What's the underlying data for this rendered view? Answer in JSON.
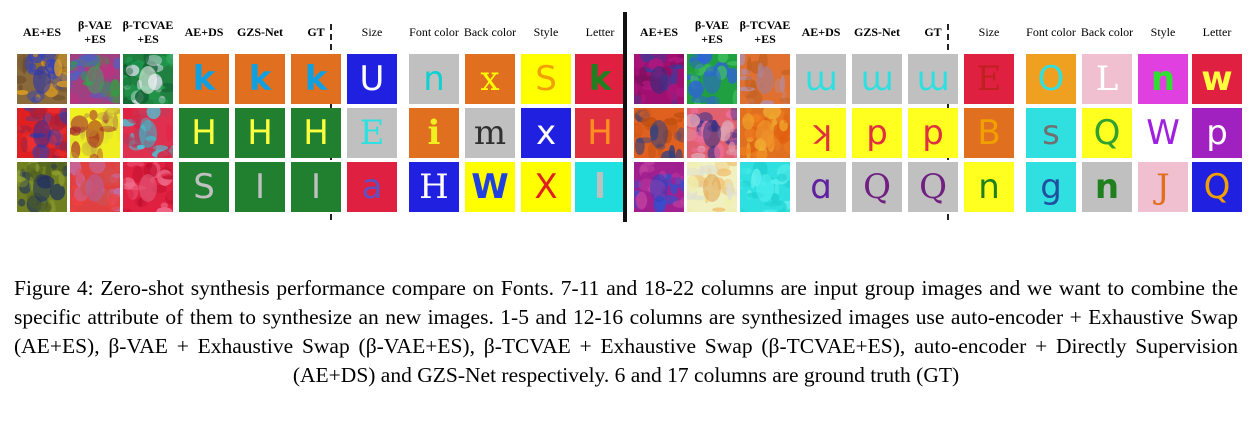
{
  "figure": {
    "headers_left": [
      {
        "label": "AE+ES",
        "bold": true
      },
      {
        "label": "β-VAE +ES",
        "bold": true
      },
      {
        "label": "β-TCVAE +ES",
        "bold": true
      },
      {
        "label": "AE+DS",
        "bold": true
      },
      {
        "label": "GZS-Net",
        "bold": true
      },
      {
        "label": "GT",
        "bold": true
      },
      {
        "label": "Size",
        "bold": false
      },
      {
        "label": "Font color",
        "bold": false
      },
      {
        "label": "Back color",
        "bold": false
      },
      {
        "label": "Style",
        "bold": false
      },
      {
        "label": "Letter",
        "bold": false
      }
    ],
    "headers_right": [
      {
        "label": "AE+ES",
        "bold": true
      },
      {
        "label": "β-VAE +ES",
        "bold": true
      },
      {
        "label": "β-TCVAE +ES",
        "bold": true
      },
      {
        "label": "AE+DS",
        "bold": true
      },
      {
        "label": "GZS-Net",
        "bold": true
      },
      {
        "label": "GT",
        "bold": true
      },
      {
        "label": "Size",
        "bold": false
      },
      {
        "label": "Font color",
        "bold": false
      },
      {
        "label": "Back color",
        "bold": false
      },
      {
        "label": "Style",
        "bold": false
      },
      {
        "label": "Letter",
        "bold": false
      }
    ],
    "rows_left": [
      [
        {
          "bg": "#8a6a3a",
          "ch": "",
          "fg": "#2030c0",
          "style": "noise",
          "noise": [
            "#e0a020",
            "#3040c0",
            "#6a4a2a"
          ]
        },
        {
          "bg": "#a04080",
          "ch": "",
          "fg": "#40a060",
          "style": "noise",
          "noise": [
            "#30a040",
            "#c03080",
            "#5060c0"
          ]
        },
        {
          "bg": "#208040",
          "ch": "",
          "fg": "#ffffff",
          "style": "noise",
          "noise": [
            "#20a050",
            "#e0e0f0",
            "#106030"
          ]
        },
        {
          "bg": "#e07020",
          "ch": "k",
          "fg": "#10a0e0",
          "style": "sans bold"
        },
        {
          "bg": "#e07020",
          "ch": "k",
          "fg": "#10a0e0",
          "style": "sans bold"
        },
        {
          "bg": "#e07020",
          "ch": "k",
          "fg": "#10a0e0",
          "style": "sans bold"
        },
        {
          "bg": "#2020e0",
          "ch": "U",
          "fg": "#ffffff",
          "style": "sans"
        },
        {
          "bg": "#c0c0c0",
          "ch": "n",
          "fg": "#10d0d0",
          "style": "sans"
        },
        {
          "bg": "#e07020",
          "ch": "x",
          "fg": "#ffff00",
          "style": "serif"
        },
        {
          "bg": "#ffff00",
          "ch": "S",
          "fg": "#f0a000",
          "style": "sans"
        },
        {
          "bg": "#e02040",
          "ch": "k",
          "fg": "#208020",
          "style": "sans bold"
        }
      ],
      [
        {
          "bg": "#e02020",
          "ch": "",
          "fg": "#3030a0",
          "style": "noise",
          "noise": [
            "#f03030",
            "#3040b0",
            "#a02040"
          ]
        },
        {
          "bg": "#f0f020",
          "ch": "",
          "fg": "#a02020",
          "style": "noise",
          "noise": [
            "#e0e030",
            "#a02030",
            "#c0a040"
          ]
        },
        {
          "bg": "#e03050",
          "ch": "",
          "fg": "#30c0d0",
          "style": "noise",
          "noise": [
            "#e02040",
            "#40d0e0",
            "#b04060"
          ]
        },
        {
          "bg": "#208030",
          "ch": "H",
          "fg": "#ffff40",
          "style": "sans"
        },
        {
          "bg": "#208030",
          "ch": "H",
          "fg": "#ffff40",
          "style": "sans"
        },
        {
          "bg": "#208030",
          "ch": "H",
          "fg": "#ffff40",
          "style": "sans"
        },
        {
          "bg": "#c0c0c0",
          "ch": "E",
          "fg": "#30e0e0",
          "style": "serif"
        },
        {
          "bg": "#e07020",
          "ch": "i",
          "fg": "#f0f020",
          "style": "serif bold"
        },
        {
          "bg": "#c0c0c0",
          "ch": "m",
          "fg": "#303030",
          "style": "serif"
        },
        {
          "bg": "#2020e0",
          "ch": "x",
          "fg": "#ffffff",
          "style": "sans"
        },
        {
          "bg": "#e03040",
          "ch": "H",
          "fg": "#ff9020",
          "style": "sans"
        }
      ],
      [
        {
          "bg": "#708020",
          "ch": "",
          "fg": "#203060",
          "style": "noise",
          "noise": [
            "#90a030",
            "#203060",
            "#506020"
          ]
        },
        {
          "bg": "#e04040",
          "ch": "",
          "fg": "#b060a0",
          "style": "noise",
          "noise": [
            "#f04040",
            "#c070b0",
            "#d05050"
          ]
        },
        {
          "bg": "#e02040",
          "ch": "",
          "fg": "#e06080",
          "style": "noise",
          "noise": [
            "#e02040",
            "#f07090",
            "#c01030"
          ]
        },
        {
          "bg": "#208030",
          "ch": "S",
          "fg": "#c0c0c0",
          "style": "sans"
        },
        {
          "bg": "#208030",
          "ch": "I",
          "fg": "#c0c0c0",
          "style": "sans"
        },
        {
          "bg": "#208030",
          "ch": "I",
          "fg": "#c0c0c0",
          "style": "sans"
        },
        {
          "bg": "#e02040",
          "ch": "a",
          "fg": "#6050c0",
          "style": "sans"
        },
        {
          "bg": "#2020e0",
          "ch": "H",
          "fg": "#ffffff",
          "style": "serif"
        },
        {
          "bg": "#ffff00",
          "ch": "W",
          "fg": "#2040e0",
          "style": "sans bold"
        },
        {
          "bg": "#ffff00",
          "ch": "X",
          "fg": "#e02020",
          "style": "sans"
        },
        {
          "bg": "#20e0e0",
          "ch": "l",
          "fg": "#c0c0c0",
          "style": "sans bold"
        }
      ]
    ],
    "rows_right": [
      [
        {
          "bg": "#a01070",
          "ch": "",
          "fg": "#303080",
          "style": "noise",
          "noise": [
            "#b01880",
            "#3040a0",
            "#801060"
          ]
        },
        {
          "bg": "#20a040",
          "ch": "",
          "fg": "#3060e0",
          "style": "noise",
          "noise": [
            "#20a040",
            "#3060e0",
            "#40c060"
          ]
        },
        {
          "bg": "#e07030",
          "ch": "",
          "fg": "#a080a0",
          "style": "noise",
          "noise": [
            "#e07030",
            "#b090b0",
            "#c06020"
          ]
        },
        {
          "bg": "#c0c0c0",
          "ch": "ɯ",
          "fg": "#30e0e0",
          "style": "sans"
        },
        {
          "bg": "#c0c0c0",
          "ch": "ɯ",
          "fg": "#30e0e0",
          "style": "sans"
        },
        {
          "bg": "#c0c0c0",
          "ch": "ɯ",
          "fg": "#30e0e0",
          "style": "sans"
        },
        {
          "bg": "#e02040",
          "ch": "E",
          "fg": "#c02020",
          "style": "serif"
        },
        {
          "bg": "#f0a020",
          "ch": "O",
          "fg": "#30e0e0",
          "style": "sans"
        },
        {
          "bg": "#f0c0d0",
          "ch": "L",
          "fg": "#ffffff",
          "style": "serif"
        },
        {
          "bg": "#e040e0",
          "ch": "n",
          "fg": "#30e030",
          "style": "sans bold"
        },
        {
          "bg": "#e02040",
          "ch": "w",
          "fg": "#ffff40",
          "style": "sans bold"
        }
      ],
      [
        {
          "bg": "#e06020",
          "ch": "",
          "fg": "#304080",
          "style": "noise",
          "noise": [
            "#e06020",
            "#304080",
            "#c05010"
          ]
        },
        {
          "bg": "#e06070",
          "ch": "",
          "fg": "#303080",
          "style": "noise",
          "noise": [
            "#f070a0",
            "#303090",
            "#e0a0b0"
          ]
        },
        {
          "bg": "#e07020",
          "ch": "",
          "fg": "#f0a030",
          "style": "noise",
          "noise": [
            "#f08020",
            "#f0b030",
            "#e06010"
          ]
        },
        {
          "bg": "#ffff20",
          "ch": "ʞ",
          "fg": "#e03040",
          "style": "sans"
        },
        {
          "bg": "#ffff20",
          "ch": "p",
          "fg": "#e03040",
          "style": "sans"
        },
        {
          "bg": "#ffff20",
          "ch": "p",
          "fg": "#e03040",
          "style": "sans"
        },
        {
          "bg": "#e07020",
          "ch": "B",
          "fg": "#f0a000",
          "style": "sans"
        },
        {
          "bg": "#30e0e0",
          "ch": "s",
          "fg": "#707070",
          "style": "sans"
        },
        {
          "bg": "#ffff20",
          "ch": "Q",
          "fg": "#30a030",
          "style": "sans"
        },
        {
          "bg": "#ffffff",
          "ch": "W",
          "fg": "#a020e0",
          "style": "sans"
        },
        {
          "bg": "#a020c0",
          "ch": "p",
          "fg": "#ffffff",
          "style": "sans"
        }
      ],
      [
        {
          "bg": "#a02090",
          "ch": "",
          "fg": "#3040c0",
          "style": "noise",
          "noise": [
            "#a02090",
            "#3050d0",
            "#c040a0"
          ]
        },
        {
          "bg": "#f0f0c0",
          "ch": "",
          "fg": "#e0a050",
          "style": "noise",
          "noise": [
            "#f0f0b0",
            "#f0c070",
            "#e0e0d0"
          ]
        },
        {
          "bg": "#30e0e0",
          "ch": "",
          "fg": "#50f0f0",
          "style": "noise",
          "noise": [
            "#30e0e0",
            "#60f0f0",
            "#20d0d0"
          ]
        },
        {
          "bg": "#c0c0c0",
          "ch": "ɑ",
          "fg": "#6020a0",
          "style": "sans"
        },
        {
          "bg": "#c0c0c0",
          "ch": "Q",
          "fg": "#702080",
          "style": "serif"
        },
        {
          "bg": "#c0c0c0",
          "ch": "Q",
          "fg": "#702080",
          "style": "serif"
        },
        {
          "bg": "#ffff20",
          "ch": "n",
          "fg": "#208020",
          "style": "sans"
        },
        {
          "bg": "#30e0e0",
          "ch": "g",
          "fg": "#2050a0",
          "style": "sans"
        },
        {
          "bg": "#c0c0c0",
          "ch": "n",
          "fg": "#208020",
          "style": "sans bold"
        },
        {
          "bg": "#f0c0d0",
          "ch": "J",
          "fg": "#e07020",
          "style": "serif"
        },
        {
          "bg": "#2020e0",
          "ch": "Q",
          "fg": "#f0a000",
          "style": "sans"
        }
      ]
    ]
  },
  "caption": {
    "text": "Figure 4: Zero-shot synthesis performance compare on Fonts. 7-11 and 18-22 columns are input group images and we want to combine the specific attribute of them to synthesize an new images. 1-5 and 12-16 columns are synthesized images use auto-encoder + Exhaustive Swap (AE+ES), β-VAE + Exhaustive Swap (β-VAE+ES), β-TCVAE + Exhaustive Swap (β-TCVAE+ES), auto-encoder + Directly Supervision (AE+DS) and GZS-Net respectively. 6 and 17 columns are ground truth (GT)"
  }
}
